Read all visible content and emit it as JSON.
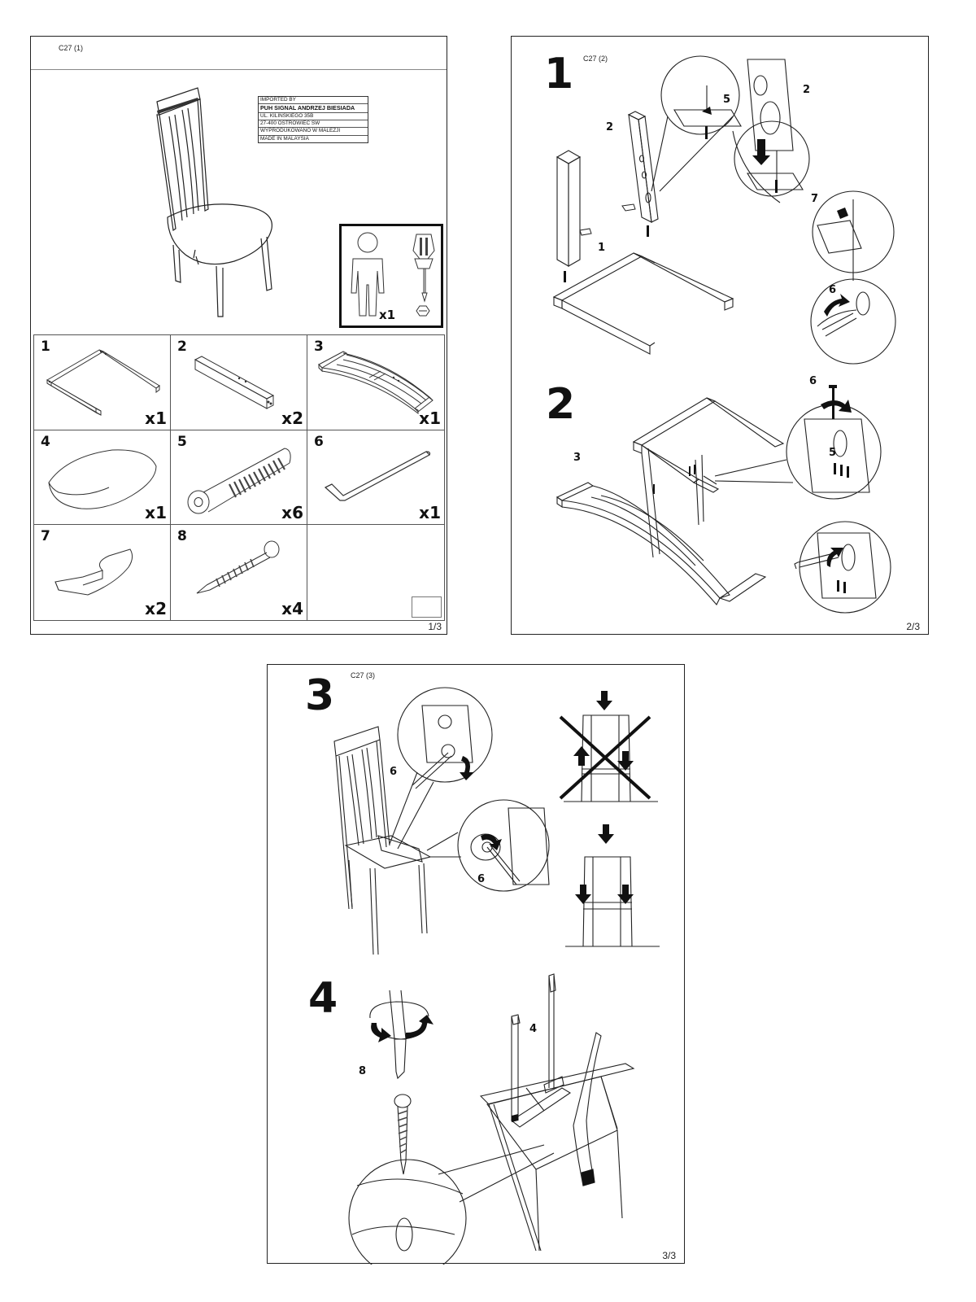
{
  "sheet1": {
    "code": "C27 (1)",
    "importer_lines": [
      "IMPORTED BY",
      "PUH SIGNAL ANDRZEJ BIESIADA",
      "UL. KILINSKIEGO 35B",
      "27-400 OSTROWIEC SW",
      "WYPRODUKOWANO W MALEZJI",
      "MADE IN MALAYSIA"
    ],
    "tools_qty": "x1",
    "parts": [
      {
        "num": "1",
        "qty": "x1"
      },
      {
        "num": "2",
        "qty": "x2"
      },
      {
        "num": "3",
        "qty": "x1"
      },
      {
        "num": "4",
        "qty": "x1"
      },
      {
        "num": "5",
        "qty": "x6"
      },
      {
        "num": "6",
        "qty": "x1"
      },
      {
        "num": "7",
        "qty": "x2"
      },
      {
        "num": "8",
        "qty": "x4"
      }
    ],
    "page": "1/3"
  },
  "sheet2": {
    "code": "C27 (2)",
    "step1": "1",
    "step2": "2",
    "callouts": [
      "5",
      "2",
      "2",
      "1",
      "7",
      "6",
      "6",
      "5",
      "3"
    ],
    "page": "2/3"
  },
  "sheet3": {
    "code": "C27 (3)",
    "step3": "3",
    "step4": "4",
    "callouts": [
      "6",
      "6",
      "8",
      "4"
    ],
    "page": "3/3"
  }
}
